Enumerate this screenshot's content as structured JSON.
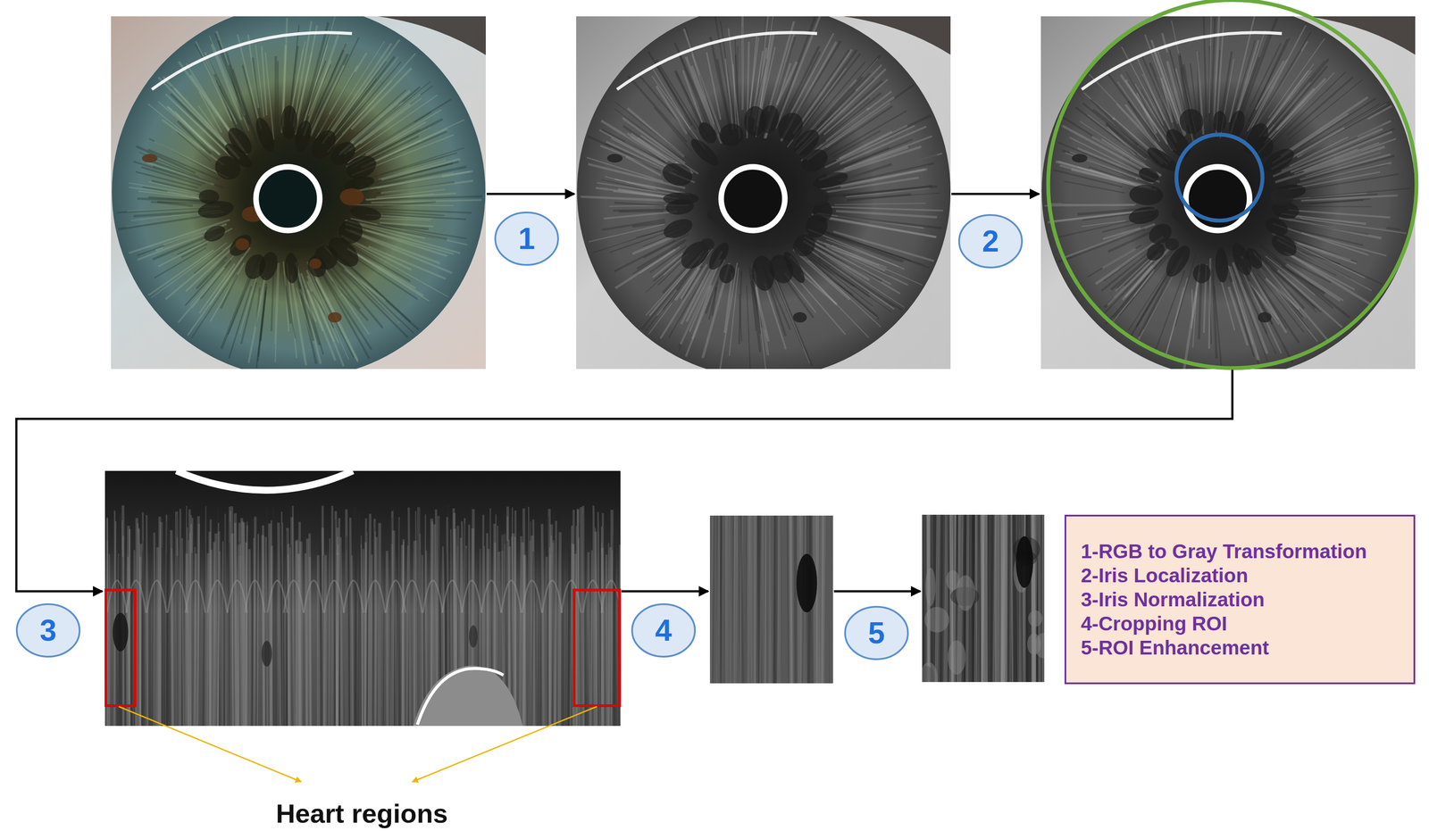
{
  "diagram": {
    "nodes": [
      {
        "text": [
          "1"
        ]
      },
      {
        "text": [
          "2"
        ]
      },
      {
        "text": [
          "3"
        ]
      },
      {
        "text": [
          "4"
        ]
      },
      {
        "text": [
          "5"
        ]
      },
      {
        "text": [
          "1-RGB to Gray Transformation",
          "2-Iris Localization",
          "3-Iris Normalization",
          "4-Cropping ROI",
          "5-ROI Enhancement"
        ]
      }
    ],
    "labels": [
      "Heart regions"
    ]
  }
}
